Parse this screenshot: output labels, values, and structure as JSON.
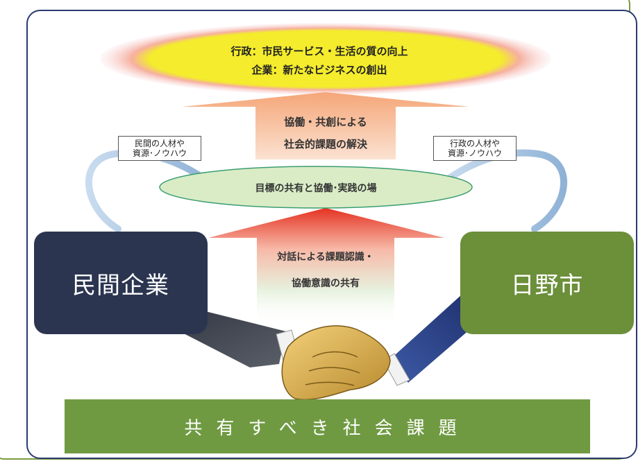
{
  "goals": {
    "line1": "行政：市民サービス・生活の質の向上",
    "line2": "企業：新たなビジネスの創出"
  },
  "upper_arrow": {
    "line1": "協働・共創による",
    "line2": "社会的課題の解決"
  },
  "left_resource": {
    "line1": "民間の人材や",
    "line2": "資源･ノウハウ"
  },
  "right_resource": {
    "line1": "行政の人材や",
    "line2": "資源･ノウハウ"
  },
  "shared_field": "目標の共有と協働･実践の場",
  "lower_arrow": {
    "line1": "対話による課題認識・",
    "line2": "協働意識の共有"
  },
  "private_company": "民間企業",
  "hino_city": "日野市",
  "social_issues": "共有すべき社会課題",
  "colors": {
    "company_box": "#2b3550",
    "city_box": "#6c8f3a",
    "issue_bar": "#6f9a42",
    "goal_ellipse": "#f3ea2a",
    "goal_glow": "#e8445a",
    "upper_arrow": "#f4a070",
    "lower_arrow": "#e83a2a",
    "field_ellipse": "#d9ecc6"
  },
  "icons": [
    "handshake-icon",
    "curved-arrow-left-icon",
    "curved-arrow-right-icon"
  ]
}
